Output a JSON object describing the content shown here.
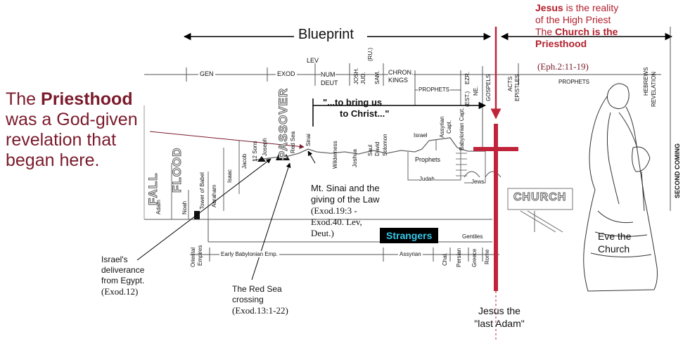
{
  "blueprint_label": "Blueprint",
  "right_panel": {
    "line1_bold": "Jesus",
    "line1_rest": " is the reality",
    "line2": "of the High Priest",
    "line3_pre": "The ",
    "line3_bold": "Church is the",
    "line4_bold": "Priesthood",
    "reference": "(Eph.2:11-19)"
  },
  "left_note": {
    "line1_pre": "The ",
    "line1_bold": "Priesthood",
    "line2": "was a God-given",
    "line3": "revelation that",
    "line4": "began here."
  },
  "quote": {
    "line1": "\"...to bring us",
    "line2": "to Christ...\""
  },
  "sinai_note": {
    "line1": "Mt. Sinai and the",
    "line2": "giving of the Law",
    "ref1": "(Exod.19:3 -",
    "ref2": "Exod.40. Lev,",
    "ref3": "Deut.)"
  },
  "israel_note": {
    "line1": "Israel's",
    "line2": "deliverance",
    "line3": "from Egypt.",
    "ref": "(Exod.12)"
  },
  "redsea_note": {
    "line1": "The Red Sea",
    "line2": "crossing",
    "ref": "(Exod.13:1-22)"
  },
  "strangers": "Strangers",
  "eve": {
    "line1": "Eve the",
    "line2": "Church"
  },
  "last_adam": {
    "line1": "Jesus the",
    "line2": "\"last Adam\""
  },
  "chart_small": {
    "gen": "GEN",
    "exod": "EXOD",
    "lev": "LEV",
    "num": "NUM",
    "deut": "DEUT",
    "josh": "JOSH.",
    "jud": "JUD.",
    "ru": "(RU.)",
    "sam": "SAM.",
    "chron": "CHRON.",
    "kings": "KINGS",
    "prophets": "PROPHETS",
    "ezr": "EZR.",
    "est": "(EST.)",
    "ne": "NE.",
    "gospels": "GOSPELS",
    "acts": "ACTS",
    "epistles": "EPISTLES",
    "prophets_right": "PROPHETS",
    "hebrews": "HEBREWS",
    "revelation": "REVELATION",
    "second_coming": "SECOND COMING",
    "passover": "PASSOVER",
    "fall": "FALL",
    "flood": "FLOOD",
    "church": "CHURCH",
    "adam": "Adam",
    "noah": "Noah",
    "tower": "Tower of Babel",
    "abraham": "Abraham",
    "isaac": "Isaac",
    "jacob": "Jacob",
    "sons": "12 Sons",
    "joseph": "Joseph",
    "redsea": "Red Sea",
    "sinai": "Sinai",
    "wilderness": "Wilderness",
    "joshua": "Joshua",
    "saul": "Saul",
    "david": "David",
    "solomon": "Solomon",
    "israel": "Israel",
    "assyrian_capt1": "Assyrian",
    "assyrian_capt2": "Capt.",
    "prophets_mid": "Prophets",
    "judah": "Judah",
    "babylonian_capt": "Babylonian Capt.",
    "jews": "Jews",
    "gentiles": "Gentiles",
    "oriental1": "Oriental",
    "oriental2": "Empires",
    "early_bab": "Early Babylonian Emp.",
    "assyrian": "Assyrian",
    "chal": "Chal.",
    "persian": "Persian",
    "greece": "Greece",
    "rome": "Rome"
  }
}
